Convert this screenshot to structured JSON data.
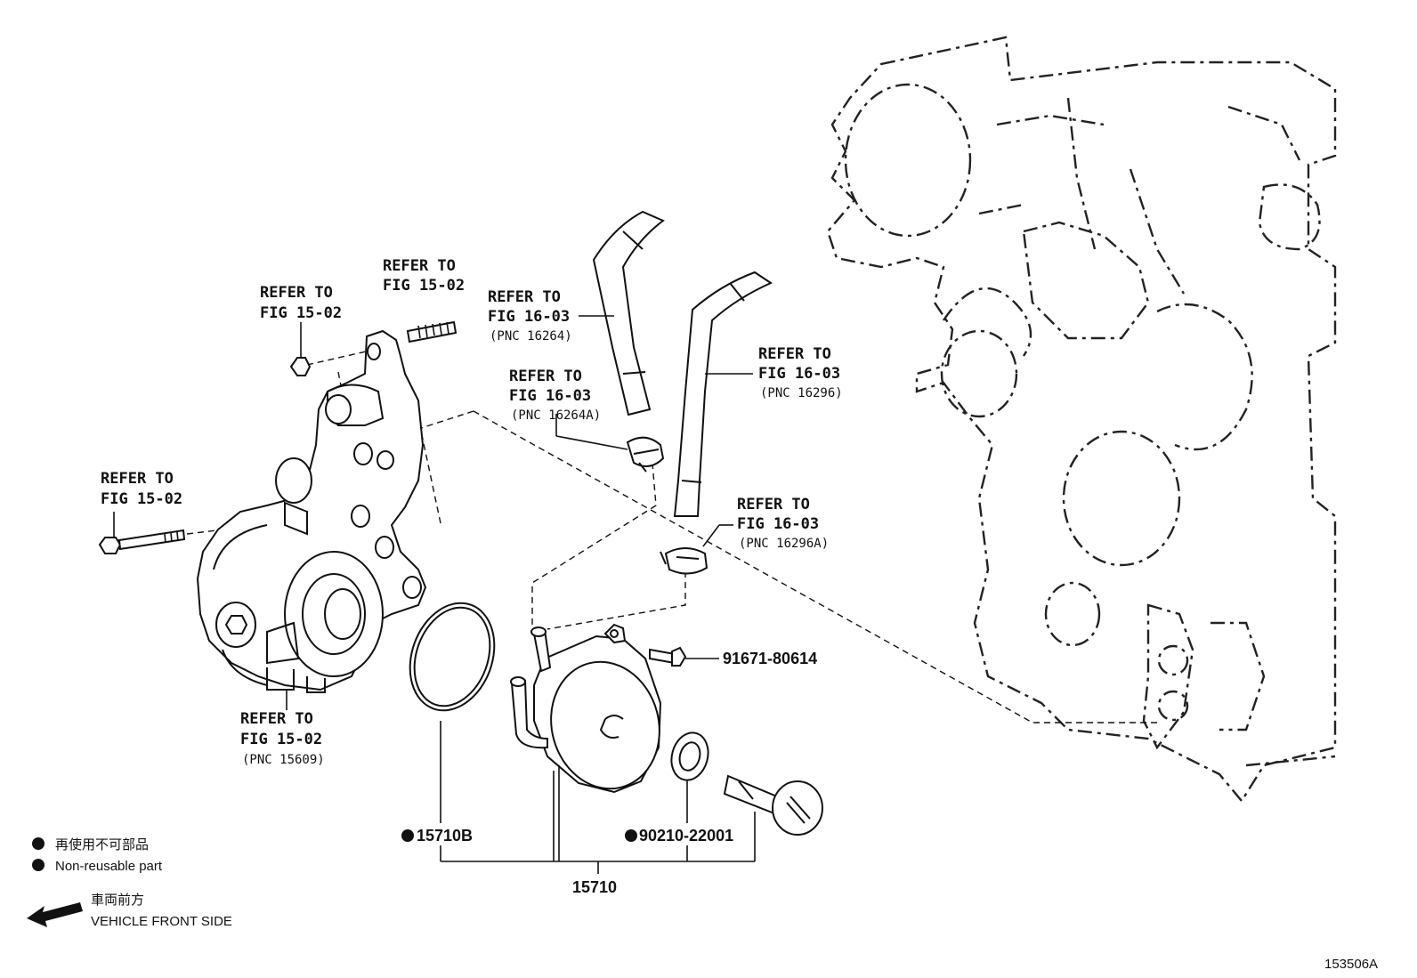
{
  "refs": {
    "stud_nut": {
      "line1": "REFER TO",
      "line2": "FIG 15-02"
    },
    "stud": {
      "line1": "REFER TO",
      "line2": "FIG 15-02"
    },
    "bolt": {
      "line1": "REFER TO",
      "line2": "FIG 15-02"
    },
    "housing": {
      "line1": "REFER TO",
      "line2": "FIG 15-02",
      "line3": "(PNC 15609)"
    },
    "hose1": {
      "line1": "REFER TO",
      "line2": "FIG 16-03",
      "line3": "(PNC 16264)"
    },
    "clamp1": {
      "line1": "REFER TO",
      "line2": "FIG 16-03",
      "line3": "(PNC 16264A)"
    },
    "hose2": {
      "line1": "REFER TO",
      "line2": "FIG 16-03",
      "line3": "(PNC 16296)"
    },
    "clamp2": {
      "line1": "REFER TO",
      "line2": "FIG 16-03",
      "line3": "(PNC 16296A)"
    }
  },
  "parts": {
    "bolt_small": "91671-80614",
    "oring": "15710B",
    "gasket": "90210-22001",
    "assembly": "15710"
  },
  "legend": {
    "nonreusable_jp": "再使用不可部品",
    "nonreusable_en": "Non-reusable part",
    "front_jp": "車両前方",
    "front_en": "VEHICLE FRONT SIDE"
  },
  "figure_id": "153506A"
}
